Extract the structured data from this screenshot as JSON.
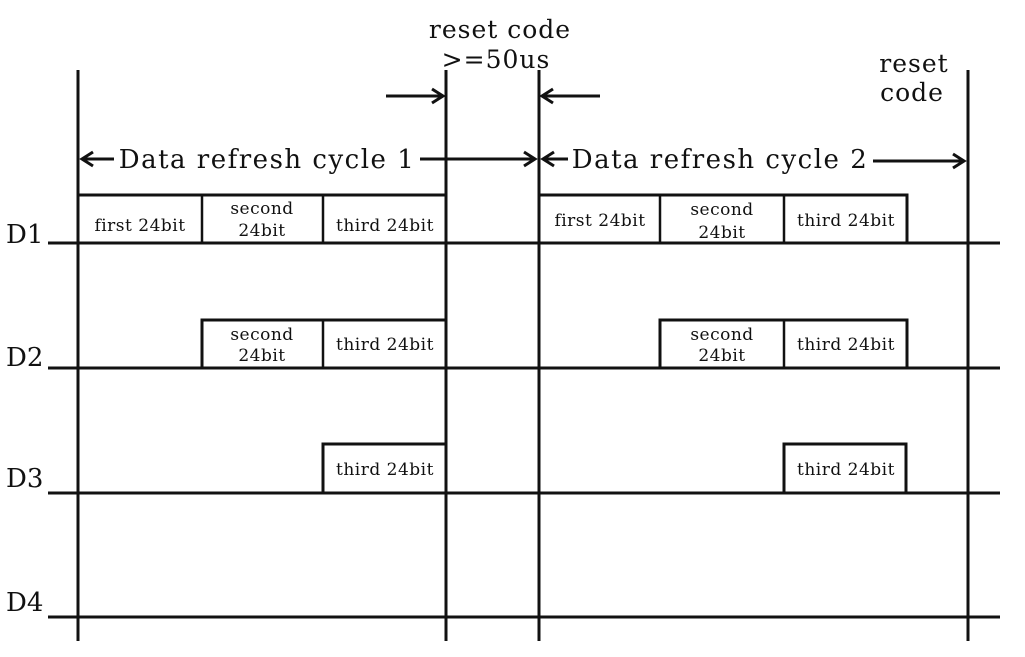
{
  "reset_top": {
    "line1": "reset code",
    "line2": ">=50us"
  },
  "reset_right": {
    "line1": "reset",
    "line2": "code"
  },
  "cycle1_label": "Data refresh cycle 1",
  "cycle2_label": "Data refresh cycle 2",
  "rows": [
    "D1",
    "D2",
    "D3",
    "D4"
  ],
  "segments": {
    "first": "first 24bit",
    "second_line1": "second",
    "second_line2": "24bit",
    "third": "third 24bit"
  }
}
